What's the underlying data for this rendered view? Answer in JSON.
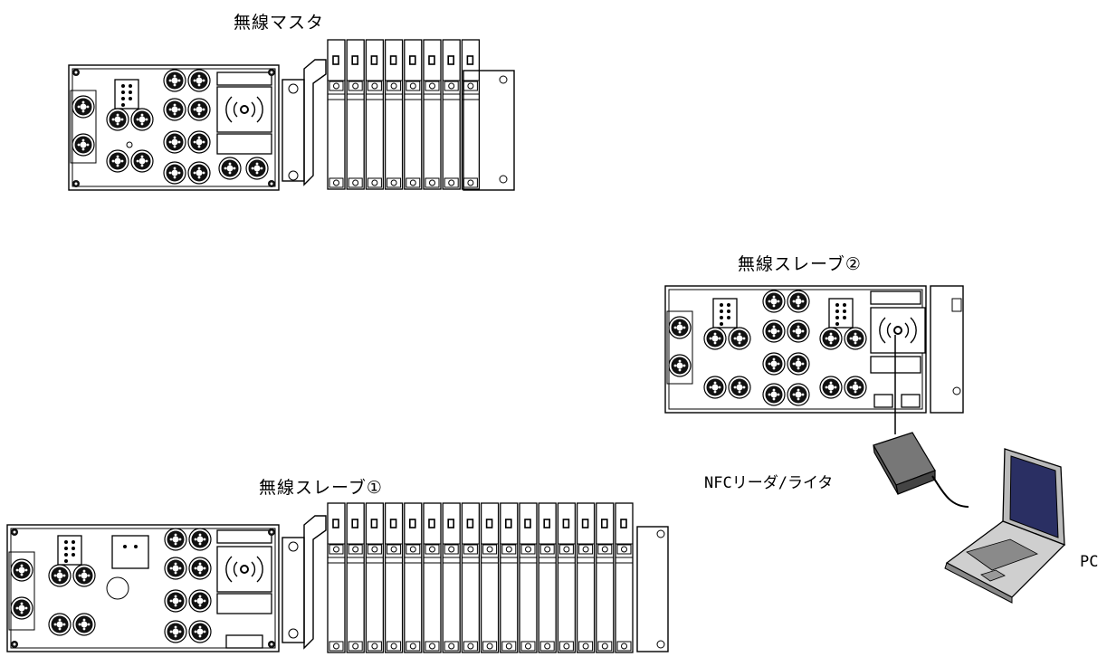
{
  "labels": {
    "master": "無線マスタ",
    "slave2": "無線スレーブ②",
    "slave1": "無線スレーブ①",
    "nfc": "NFCリーダ/ライタ",
    "pc": "PC"
  },
  "devices": {
    "master": {
      "valve_stations": 8
    },
    "slave2": {
      "valve_stations": 0
    },
    "slave1": {
      "valve_stations": 16
    }
  }
}
